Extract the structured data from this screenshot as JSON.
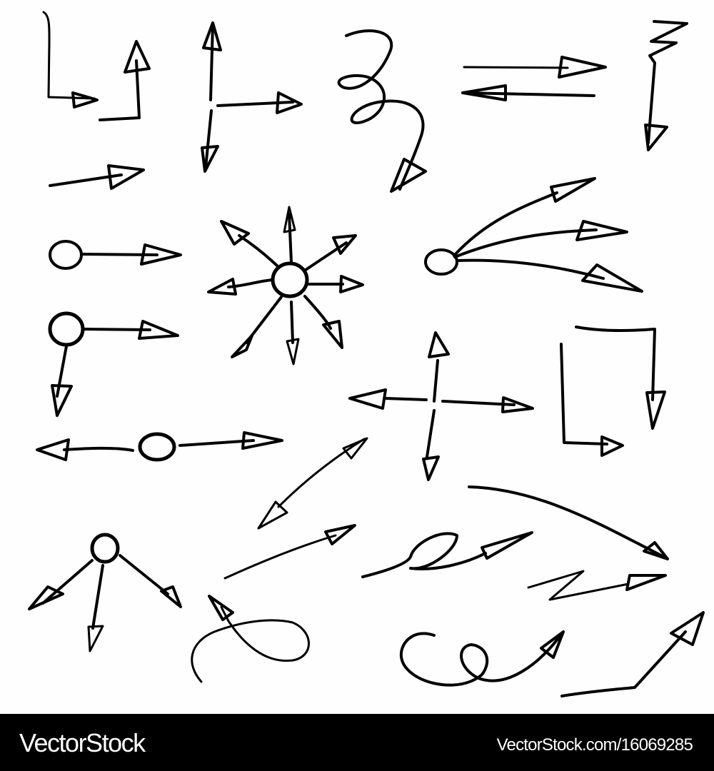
{
  "image": {
    "description": "Set of hand-drawn black doodle arrows on white background",
    "background_color": "#fefefe",
    "stroke_color": "#000000",
    "arrow_groups": [
      {
        "id": "corner-right",
        "icon": "l-shaped-arrow-right-icon"
      },
      {
        "id": "corner-up",
        "icon": "l-shaped-arrow-up-icon"
      },
      {
        "id": "cross-up-right-down",
        "icon": "three-way-arrow-icon"
      },
      {
        "id": "loop-down",
        "icon": "looping-arrow-down-icon"
      },
      {
        "id": "double-horizontal",
        "icon": "left-right-arrows-icon"
      },
      {
        "id": "zigzag-down",
        "icon": "zigzag-arrow-down-icon"
      },
      {
        "id": "straight-right",
        "icon": "arrow-right-icon"
      },
      {
        "id": "circle-right",
        "icon": "circle-arrow-right-icon"
      },
      {
        "id": "starburst",
        "icon": "radial-arrows-icon"
      },
      {
        "id": "fan-right",
        "icon": "fan-arrows-icon"
      },
      {
        "id": "circle-right-down",
        "icon": "circle-two-arrows-icon"
      },
      {
        "id": "circle-left-right",
        "icon": "circle-bidirectional-arrow-icon"
      },
      {
        "id": "four-way",
        "icon": "four-way-arrow-icon"
      },
      {
        "id": "bracket",
        "icon": "bracket-arrows-icon"
      },
      {
        "id": "double-diagonal",
        "icon": "diagonal-double-arrow-icon"
      },
      {
        "id": "curve-right-down",
        "icon": "curved-arrow-icon"
      },
      {
        "id": "circle-tree",
        "icon": "circle-three-arrows-icon"
      },
      {
        "id": "diagonal-right",
        "icon": "diagonal-arrow-icon"
      },
      {
        "id": "loop-e-right",
        "icon": "loop-arrow-right-icon"
      },
      {
        "id": "zigzag-right",
        "icon": "lightning-arrow-icon"
      },
      {
        "id": "figure-eight-up",
        "icon": "figure-eight-arrow-icon"
      },
      {
        "id": "curl-right",
        "icon": "curl-arrow-icon"
      },
      {
        "id": "bent-up-right",
        "icon": "bent-arrow-icon"
      }
    ]
  },
  "footer": {
    "brand": "VectorStock",
    "url": "VectorStock.com/16069285",
    "background": "#000000",
    "text_color": "#ffffff"
  }
}
